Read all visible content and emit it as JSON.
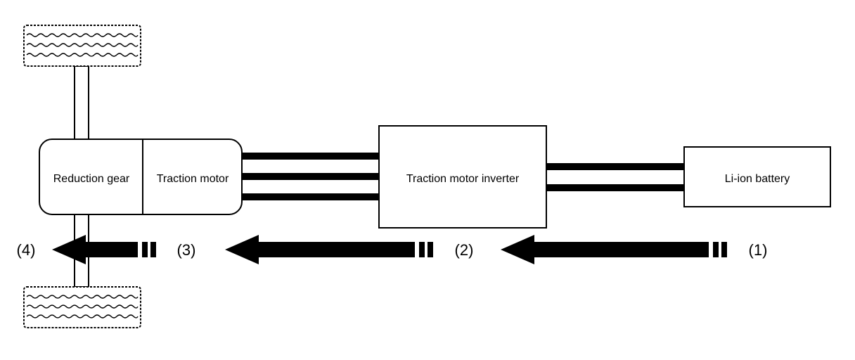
{
  "components": {
    "reduction_gear": "Reduction gear",
    "traction_motor": "Traction motor",
    "inverter": "Traction motor inverter",
    "battery": "Li-ion battery"
  },
  "flow_steps": {
    "step1": "(1)",
    "step2": "(2)",
    "step3": "(3)",
    "step4": "(4)"
  },
  "colors": {
    "line": "#000000",
    "background": "#ffffff"
  }
}
